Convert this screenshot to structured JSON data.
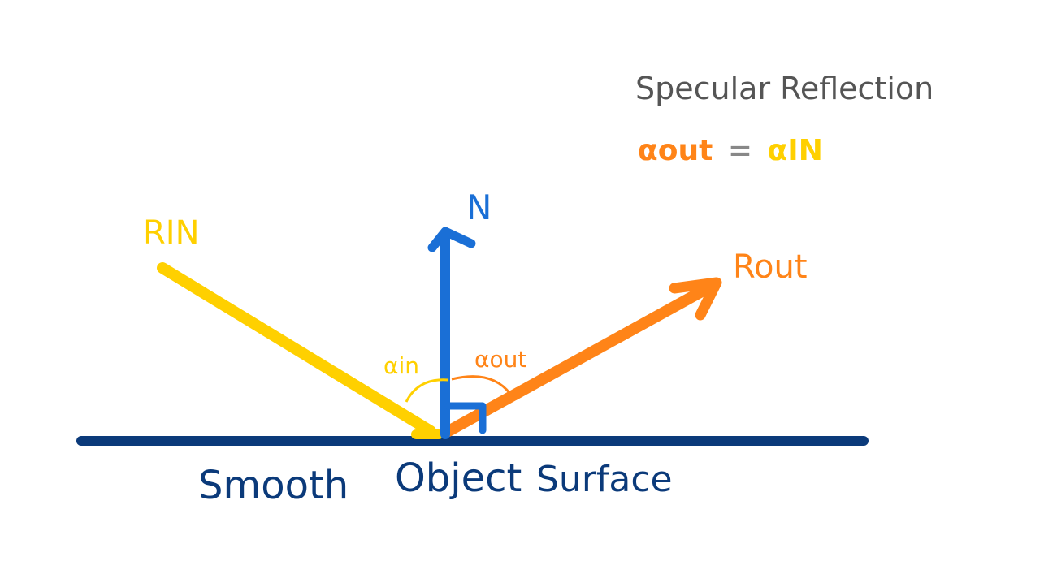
{
  "title": "Specular Reflection",
  "equation": {
    "lhs": "αout",
    "equals": "=",
    "rhs": "αIN"
  },
  "labels": {
    "incoming_ray": "RIN",
    "normal": "N",
    "outgoing_ray": "Rout",
    "angle_in": "αin",
    "angle_out": "αout",
    "surface_word1": "Smooth",
    "surface_word2": "Object",
    "surface_word3": "Surface"
  },
  "colors": {
    "incoming": "#FFD000",
    "normal": "#1A6FD6",
    "outgoing": "#FF8418",
    "surface": "#0B3A7A",
    "title": "#555555",
    "background": "#FFFFFF"
  }
}
